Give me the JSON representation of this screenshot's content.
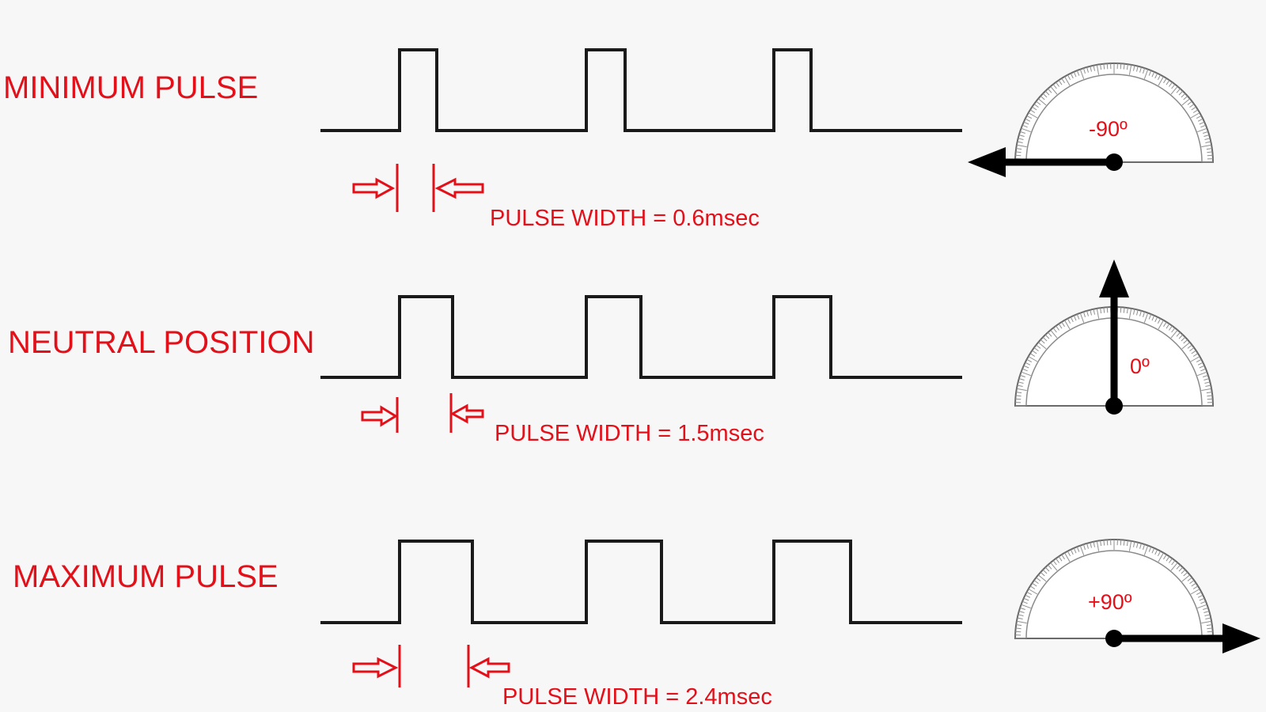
{
  "colors": {
    "label": "#e3101a",
    "waveform": "#1a1a1a",
    "needle": "#000000",
    "background": "#f7f7f7"
  },
  "rows": [
    {
      "title": "MINIMUM PULSE",
      "pulse_width_label": "PULSE WIDTH = 0.6msec",
      "pulse_width_ms": 0.6,
      "angle_label": "-90º",
      "angle_deg": -90
    },
    {
      "title": "NEUTRAL POSITION",
      "pulse_width_label": "PULSE WIDTH = 1.5msec",
      "pulse_width_ms": 1.5,
      "angle_label": "0º",
      "angle_deg": 0
    },
    {
      "title": "MAXIMUM PULSE",
      "pulse_width_label": "PULSE WIDTH = 2.4msec",
      "pulse_width_ms": 2.4,
      "angle_label": "+90º",
      "angle_deg": 90
    }
  ]
}
